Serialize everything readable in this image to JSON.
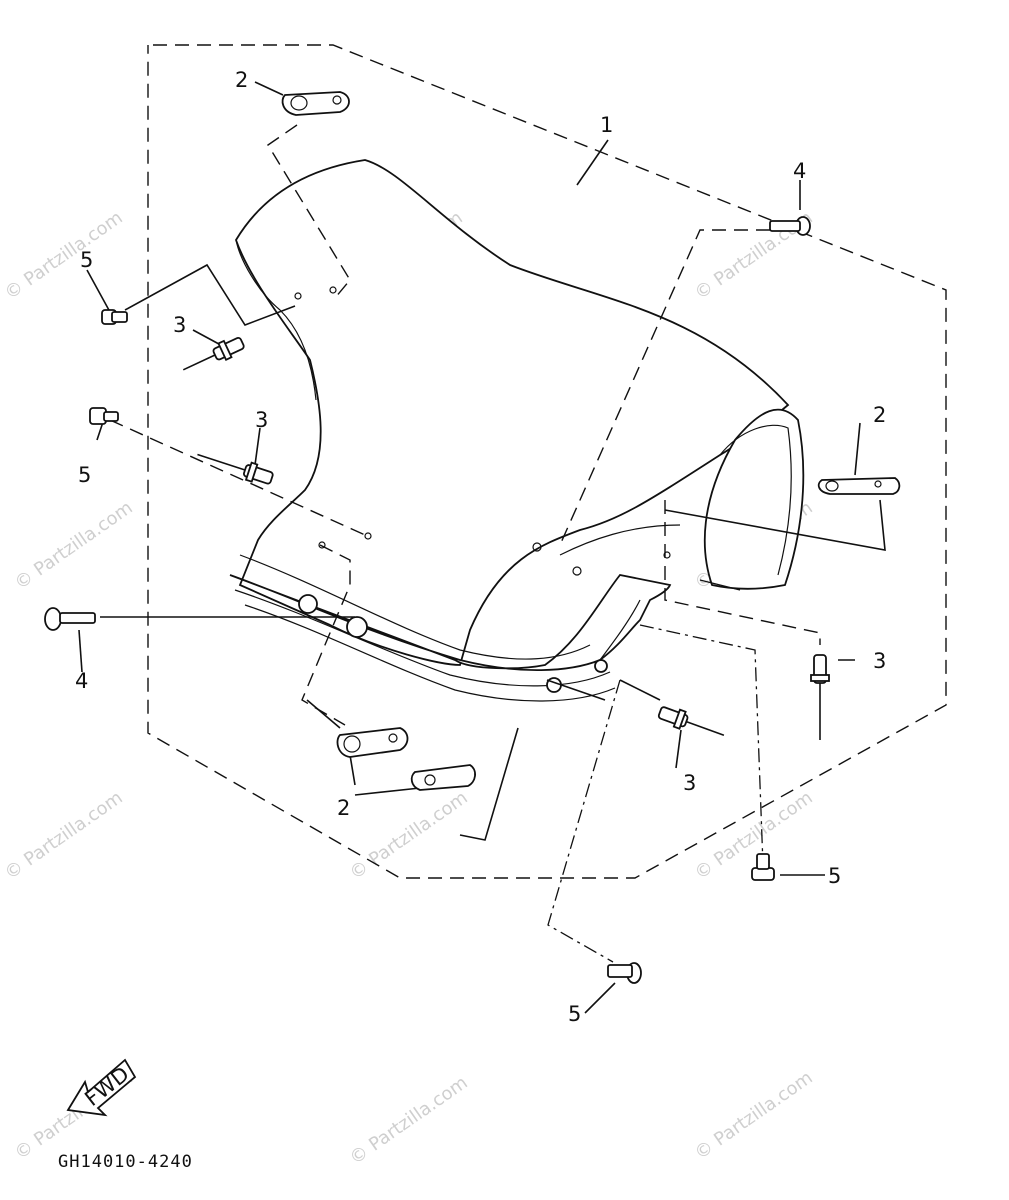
{
  "diagram": {
    "callouts": [
      {
        "id": "c1",
        "text": "1"
      },
      {
        "id": "c2a",
        "text": "2"
      },
      {
        "id": "c2b",
        "text": "2"
      },
      {
        "id": "c2c",
        "text": "2"
      },
      {
        "id": "c3a",
        "text": "3"
      },
      {
        "id": "c3b",
        "text": "3"
      },
      {
        "id": "c3c",
        "text": "3"
      },
      {
        "id": "c3d",
        "text": "3"
      },
      {
        "id": "c4a",
        "text": "4"
      },
      {
        "id": "c4b",
        "text": "4"
      },
      {
        "id": "c5a",
        "text": "5"
      },
      {
        "id": "c5b",
        "text": "5"
      },
      {
        "id": "c5c",
        "text": "5"
      },
      {
        "id": "c5d",
        "text": "5"
      }
    ],
    "fwd_label": "FWD",
    "drawing_code": "GH14010-4240"
  },
  "watermark": {
    "text": "© Partzilla.com",
    "color": "#cfcfcf"
  }
}
